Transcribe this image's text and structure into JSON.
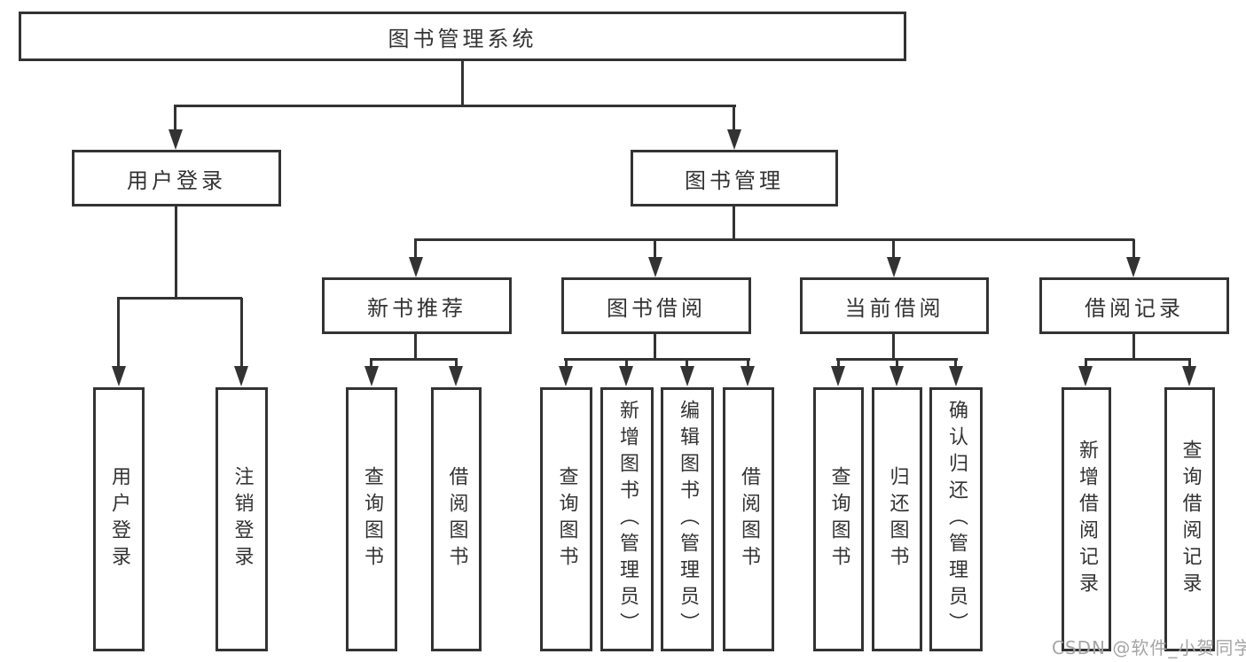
{
  "tree": {
    "label": "图书管理系统",
    "children": [
      {
        "label": "用户登录",
        "children": [
          {
            "label": "用户登录"
          },
          {
            "label": "注销登录"
          }
        ]
      },
      {
        "label": "图书管理",
        "children": [
          {
            "label": "新书推荐",
            "children": [
              {
                "label": "查询图书"
              },
              {
                "label": "借阅图书"
              }
            ]
          },
          {
            "label": "图书借阅",
            "children": [
              {
                "label": "查询图书"
              },
              {
                "label": "新增图书（管理员）"
              },
              {
                "label": "编辑图书（管理员）"
              },
              {
                "label": "借阅图书"
              }
            ]
          },
          {
            "label": "当前借阅",
            "children": [
              {
                "label": "查询图书"
              },
              {
                "label": "归还图书"
              },
              {
                "label": "确认归还（管理员）"
              }
            ]
          },
          {
            "label": "借阅记录",
            "children": [
              {
                "label": "新增借阅记录"
              },
              {
                "label": "查询借阅记录"
              }
            ]
          }
        ]
      }
    ]
  },
  "watermark": {
    "text": "CSDN @软件_小贺同学"
  },
  "colors": {
    "line": "#333333",
    "text": "#333333",
    "background": "#ffffff",
    "watermark": "#a5a5a5"
  }
}
